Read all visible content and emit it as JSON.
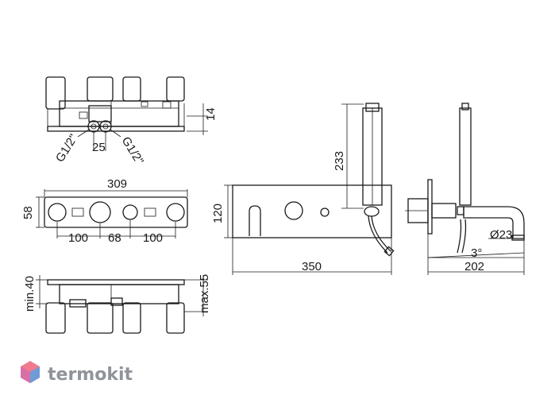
{
  "colors": {
    "line": "#1a1a1a",
    "watermark_gray": "#8f949a",
    "logo_pink": "#f07a8e",
    "logo_blue": "#6f9bd6"
  },
  "top_view": {
    "thread_left": "G1/2\"",
    "spacing": "25",
    "thread_right": "G1/2\"",
    "depth": "14"
  },
  "front_view": {
    "width": "309",
    "height": "58",
    "seg_left": "100",
    "seg_mid": "68",
    "seg_right": "100"
  },
  "bottom_view": {
    "min_depth": "min.40",
    "max_depth": "max.55"
  },
  "installed_front": {
    "hand_shower_len": "233",
    "plate_height": "120",
    "plate_width": "350"
  },
  "side_view": {
    "spout_diameter": "Ø23",
    "spout_angle": "3°",
    "projection": "202"
  },
  "watermark": {
    "brand": "termokit"
  }
}
